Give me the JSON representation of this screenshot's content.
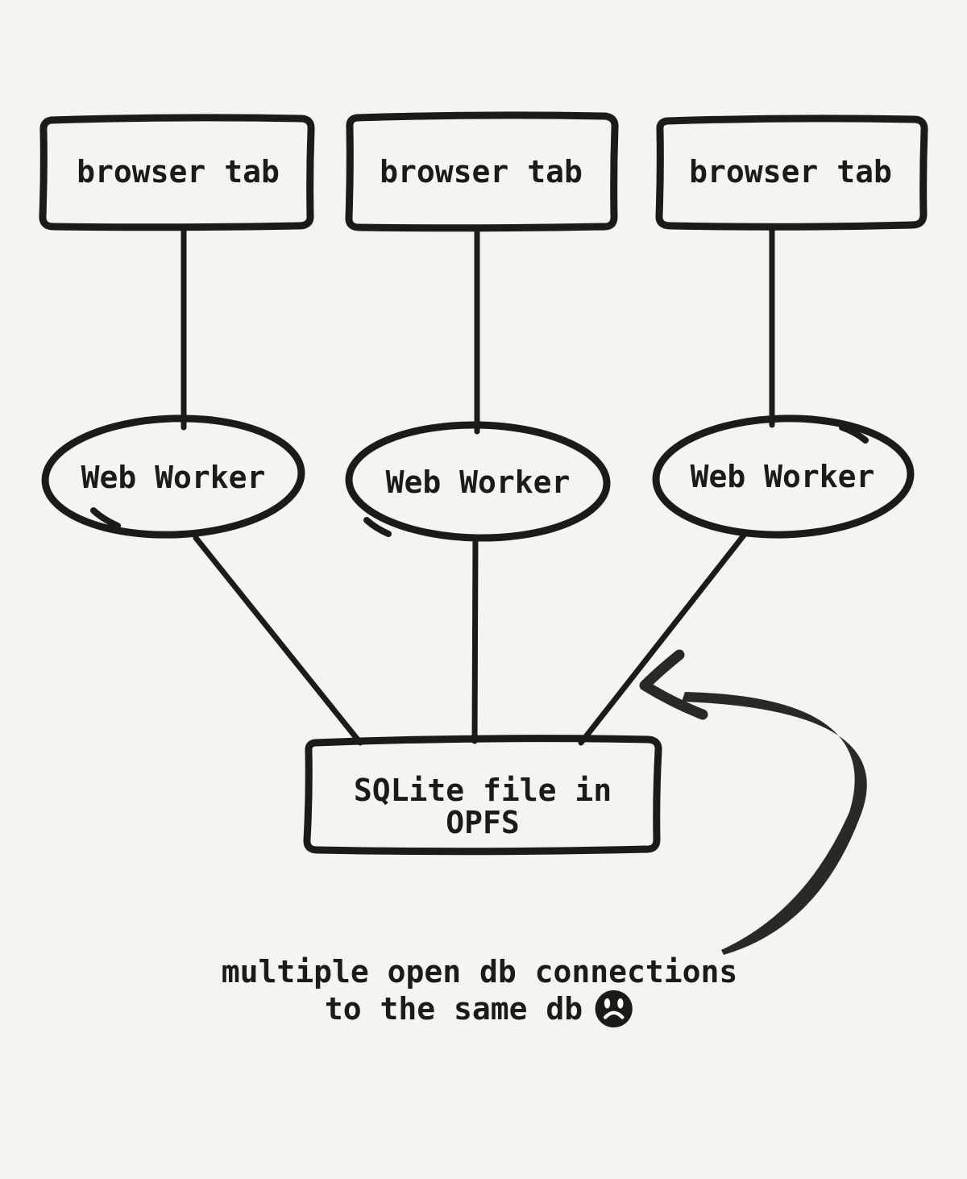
{
  "colors": {
    "background": "#f6f4ef",
    "ink": "#1d1b18",
    "arrow_ink": "#2b2925"
  },
  "nodes": {
    "browser_tabs": [
      {
        "label": "browser tab"
      },
      {
        "label": "browser tab"
      },
      {
        "label": "browser tab"
      }
    ],
    "workers": [
      {
        "label": "Web Worker"
      },
      {
        "label": "Web Worker"
      },
      {
        "label": "Web Worker"
      }
    ],
    "sqlite": {
      "line1": "SQLite file in",
      "line2": "OPFS"
    }
  },
  "caption": {
    "line1": "multiple open db connections",
    "line2": "to the same db",
    "emoji": "frowning-face"
  }
}
